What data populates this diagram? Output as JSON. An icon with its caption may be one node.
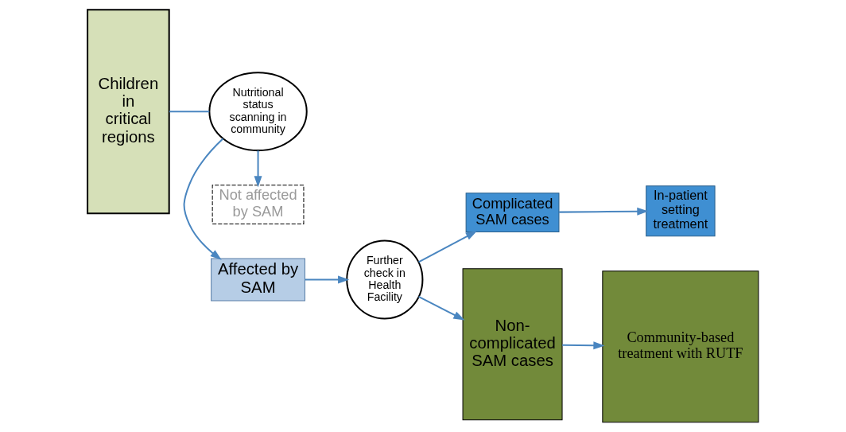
{
  "diagram": {
    "nodes": [
      {
        "text": [
          "Children in critical regions"
        ]
      },
      {
        "text": [
          "Affected by SAM"
        ]
      },
      {
        "text": [
          "Nutritional status scanning in community"
        ]
      },
      {
        "text": [
          "Not affected by SAM"
        ]
      },
      {
        "text": [
          "Further check in Health Facility"
        ]
      },
      {
        "text": [
          "Complicated SAM cases"
        ]
      },
      {
        "text": [
          "In-patient setting treatment"
        ]
      },
      {
        "text": [
          "Non-complicated SAM cases"
        ]
      },
      {
        "text": [
          "Community-based treatment with RUTF"
        ]
      }
    ],
    "edges": [
      {
        "from": 0,
        "to": 2,
        "arrow": "none"
      },
      {
        "from": 2,
        "to": 1,
        "arrow": "to"
      },
      {
        "from": 2,
        "to": 3,
        "arrow": "to"
      },
      {
        "from": 1,
        "to": 4,
        "arrow": "to"
      },
      {
        "from": 4,
        "to": 5,
        "arrow": "to"
      },
      {
        "from": 4,
        "to": 7,
        "arrow": "to"
      },
      {
        "from": 5,
        "to": 6,
        "arrow": "to"
      },
      {
        "from": 7,
        "to": 8,
        "arrow": "to"
      }
    ]
  }
}
